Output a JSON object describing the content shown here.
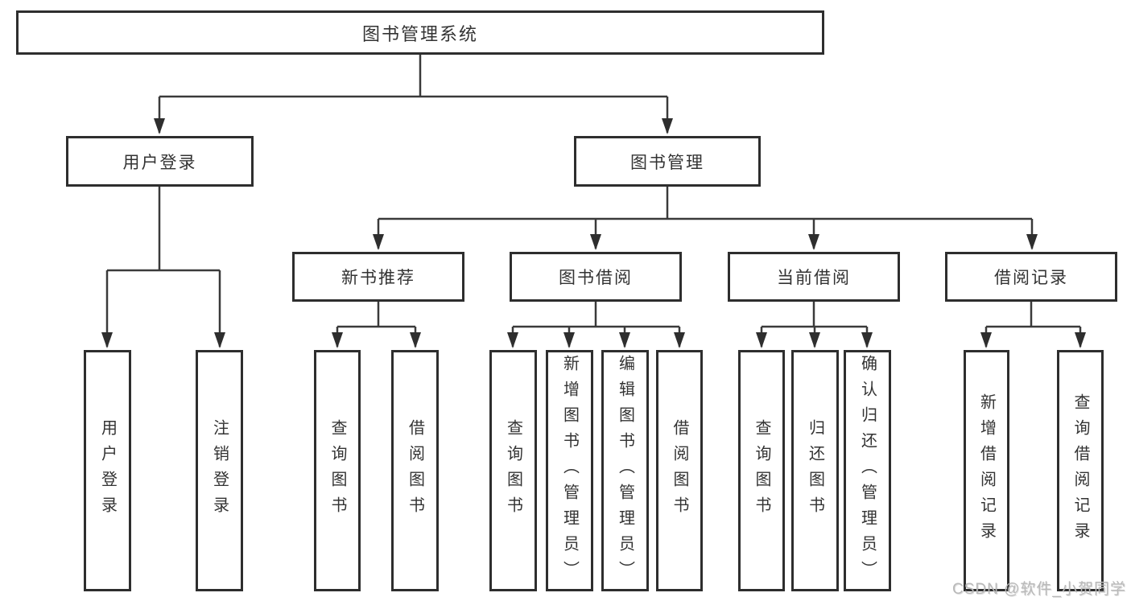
{
  "diagram": {
    "root": {
      "label": "图书管理系统"
    },
    "branches": [
      {
        "label": "用户登录",
        "children": [
          {
            "label": "用户登录"
          },
          {
            "label": "注销登录"
          }
        ]
      },
      {
        "label": "图书管理",
        "children": [
          {
            "label": "新书推荐",
            "children": [
              {
                "label": "查询图书"
              },
              {
                "label": "借阅图书"
              }
            ]
          },
          {
            "label": "图书借阅",
            "children": [
              {
                "label": "查询图书"
              },
              {
                "label": "新增图书（管理员）"
              },
              {
                "label": "编辑图书（管理员）"
              },
              {
                "label": "借阅图书"
              }
            ]
          },
          {
            "label": "当前借阅",
            "children": [
              {
                "label": "查询图书"
              },
              {
                "label": "归还图书"
              },
              {
                "label": "确认归还（管理员）"
              }
            ]
          },
          {
            "label": "借阅记录",
            "children": [
              {
                "label": "新增借阅记录"
              },
              {
                "label": "查询借阅记录"
              }
            ]
          }
        ]
      }
    ],
    "watermark": "CSDN @软件_小贺同学"
  },
  "colors": {
    "line": "#3a3a3a",
    "border": "#2e2e2e",
    "text": "#333333",
    "watermark": "#b9b9b9"
  }
}
